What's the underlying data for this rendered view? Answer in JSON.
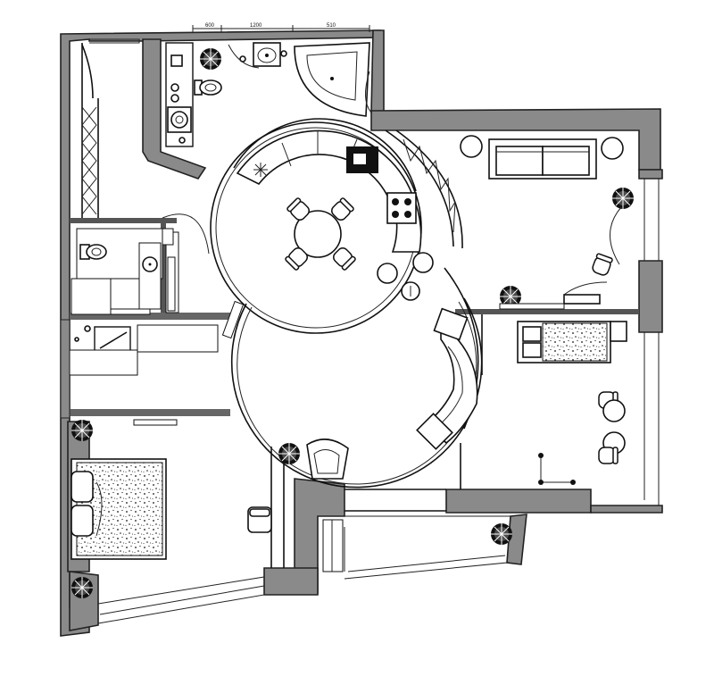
{
  "dimensions": {
    "d1": "600",
    "d2": "1200",
    "d3": "510"
  },
  "icons": [
    "plant-icon",
    "bed-icon",
    "sofa-icon",
    "armchair-icon",
    "toilet-icon",
    "bathtub-icon",
    "sink-icon",
    "stove-icon",
    "dining-table-icon",
    "chair-icon"
  ]
}
